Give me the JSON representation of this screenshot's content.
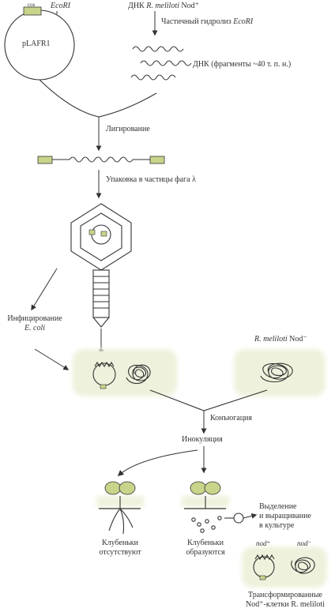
{
  "plasmid": {
    "cos_label": "cos",
    "ecori_label": "EcoRI",
    "name": "pLAFR1"
  },
  "dna_source": {
    "prefix": "ДНК",
    "species": "R. meliloti",
    "suffix": "Nod⁺"
  },
  "steps": {
    "partial_hydrolysis_prefix": "Частичный гидролиз",
    "partial_hydrolysis_enzyme": "EcoRI",
    "fragments": "ДНК (фрагменты ~40 т. п. н.)",
    "ligation": "Лигирование",
    "packaging": "Упаковка в частицы фага λ",
    "infection_line1": "Инфицирование",
    "infection_line2": "E. coli",
    "recipient_species": "R. meliloti",
    "recipient_suffix": "Nod⁻",
    "conjugation": "Конъюгация",
    "inoculation": "Инокуляция"
  },
  "outcomes": {
    "left_line1": "Клубеньки",
    "left_line2": "отсутствуют",
    "middle_line1": "Клубеньки",
    "middle_line2": "образуются",
    "isolation_line1": "Выделение",
    "isolation_line2": "и выращивание",
    "isolation_line3": "в культуре",
    "nod_plus": "nod⁺",
    "nod_minus": "nod⁻",
    "transformed_line1": "Трансформированные",
    "transformed_line2": "Nod⁺-клетки R. meliloti"
  },
  "colors": {
    "cell_fill": "#eef2dc",
    "insert_green": "#c8d48a",
    "ink": "#333333"
  }
}
